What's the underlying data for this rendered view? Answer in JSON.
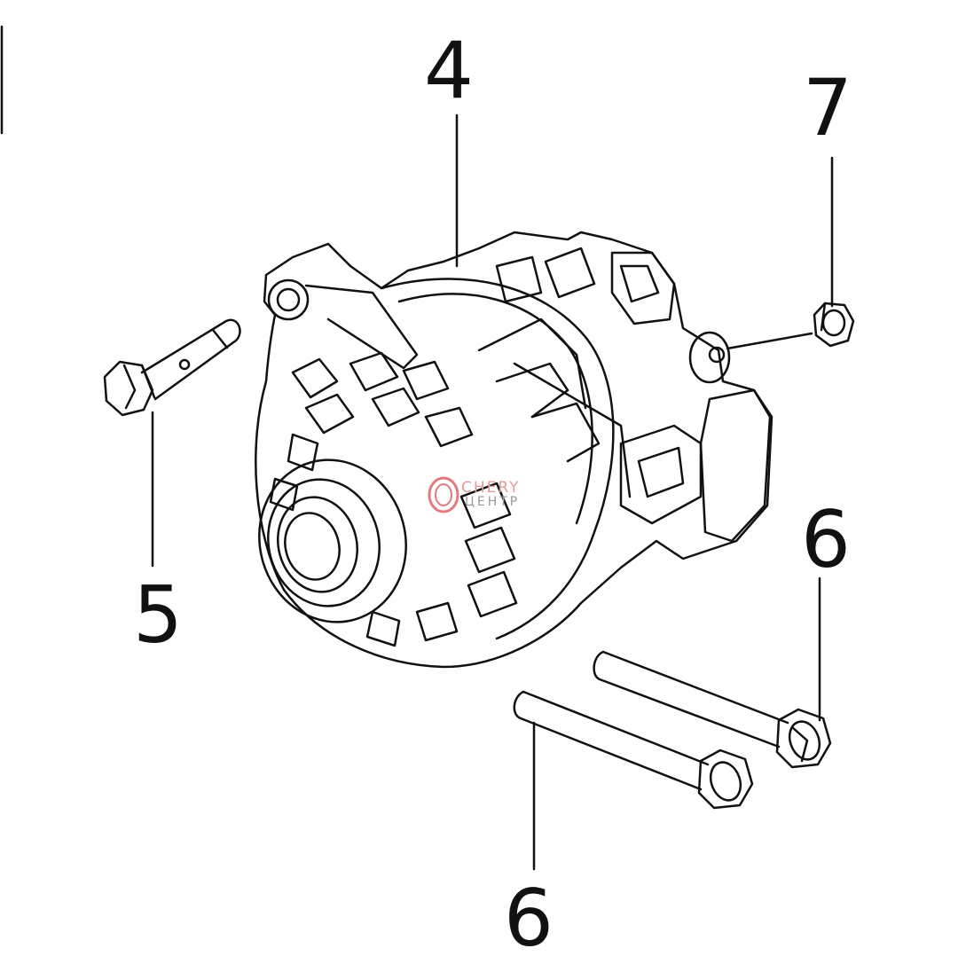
{
  "callouts": {
    "alternator": "4",
    "bolt_left": "5",
    "bolt_long_upper": "6",
    "bolt_long_lower": "6",
    "nut": "7"
  },
  "watermark": {
    "top": "CHERY",
    "bottom": "ЦЕНТР",
    "color": "#d64545"
  },
  "icons": {
    "alternator": "alternator-assembly",
    "bolt": "flange-bolt",
    "nut": "hex-nut"
  }
}
